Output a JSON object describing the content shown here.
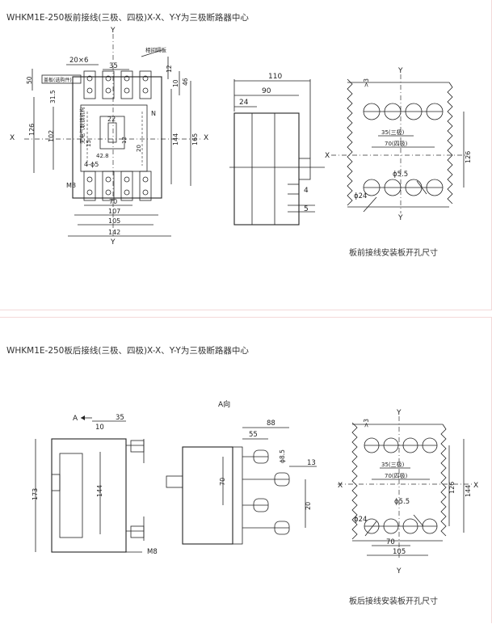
{
  "top": {
    "title": "WHKM1E-250板前接线(三极、四极)X-X、Y-Y为三极断路器中心",
    "front_view": {
      "axis_x": "X",
      "axis_y_top": "Y",
      "axis_y_bottom": "Y",
      "axis_x_right": "X",
      "dims": {
        "d_20x6": "20×6",
        "d_35": "35",
        "d_50": "50",
        "d_12": "12",
        "d_10": "10",
        "d_46": "46",
        "d_31_5": "31.5",
        "d_126": "126",
        "d_102": "102",
        "d_22": "22",
        "d_12b": "12",
        "d_15": "15",
        "d_42_8": "42.8",
        "d_20": "20",
        "d_4phi5": "4-ϕ5",
        "d_144": "144",
        "d_165": "165",
        "d_m8": "M8",
        "d_70": "70",
        "d_107": "107",
        "d_105": "105",
        "d_142": "142"
      },
      "labels": {
        "phase_barrier": "相间隔板",
        "cover_plate": "盖板(选购件)",
        "mech": "无电气联锁机构",
        "n": "N"
      }
    },
    "side_view": {
      "d_110": "110",
      "d_90": "90",
      "d_24": "24",
      "d_4": "4",
      "d_5": "5"
    },
    "cutout": {
      "axis_y_top": "Y",
      "axis_y_bottom": "Y",
      "axis_x": "X",
      "d_gt3": ">3",
      "d_35": "35(三极)",
      "d_70": "70(四极)",
      "d_phi5_5": "ϕ5.5",
      "d_126": "126",
      "d_phi24": "ϕ24",
      "caption": "板前接线安装板开孔尺寸"
    }
  },
  "bottom": {
    "title": "WHKM1E-250板后接线(三极、四极)X-X、Y-Y为三极断路器中心",
    "side_view": {
      "arrow_label": "A",
      "d_10": "10",
      "d_35": "35",
      "d_173": "173",
      "d_144": "144",
      "d_m8": "M8"
    },
    "a_view": {
      "title": "A向",
      "d_88": "88",
      "d_55": "55",
      "d_phi8_5": "ϕ8.5",
      "d_13": "13",
      "d_70": "70",
      "d_20": "20"
    },
    "cutout": {
      "axis_y_top": "Y",
      "axis_y_bottom": "Y",
      "axis_x_left": "X",
      "axis_x_right": "X",
      "d_gt3": ">3",
      "d_35": "35(三极)",
      "d_70": "70(四极)",
      "d_phi5_5": "ϕ5.5",
      "d_126": "126",
      "d_144": "144",
      "d_phi24": "ϕ24",
      "d_70b": "70",
      "d_105": "105",
      "caption": "板后接线安装板开孔尺寸"
    }
  }
}
